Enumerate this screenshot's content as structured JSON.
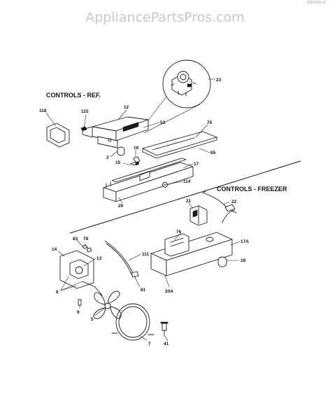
{
  "watermark": "AppliancePartsPros.com",
  "corner_stamp": "S005002-A",
  "sections": {
    "ref": "CONTROLS - REF.",
    "freezer": "CONTROLS - FREEZER"
  },
  "callouts": {
    "c23": "23",
    "c118": "118",
    "c115": "115",
    "c12": "12",
    "c53": "53",
    "c75": "75",
    "c65": "65",
    "c2": "2",
    "c16": "16",
    "c15": "15",
    "c17": "17",
    "c114": "114",
    "c20": "20",
    "c22": "22",
    "c21": "21",
    "c76": "76",
    "c17A": "17A",
    "c18": "18",
    "c20A": "20A",
    "c83": "83",
    "c78": "78",
    "c14": "14",
    "c13": "13",
    "c111": "111",
    "c8": "8",
    "c81": "81",
    "c9": "9",
    "c5": "5",
    "c7": "7",
    "c41": "41"
  }
}
